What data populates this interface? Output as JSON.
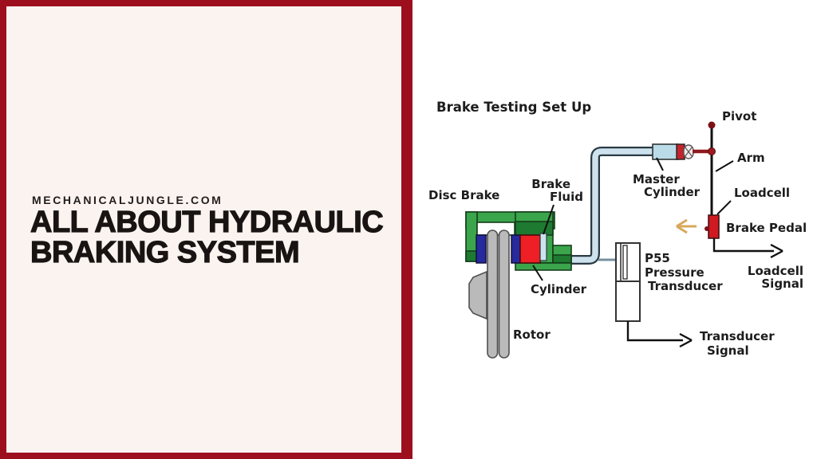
{
  "left_card": {
    "site": "MECHANICALJUNGLE.COM",
    "title_line1": "ALL ABOUT HYDRAULIC",
    "title_line2": "BRAKING SYSTEM"
  },
  "diagram": {
    "title": "Brake Testing Set Up",
    "labels": {
      "disc_brake": "Disc Brake",
      "brake_fluid_line1": "Brake",
      "brake_fluid_line2": "Fluid",
      "master_cylinder_line1": "Master",
      "master_cylinder_line2": "Cylinder",
      "pivot": "Pivot",
      "arm": "Arm",
      "loadcell": "Loadcell",
      "brake_pedal": "Brake Pedal",
      "loadcell_signal_line1": "Loadcell",
      "loadcell_signal_line2": "Signal",
      "cylinder": "Cylinder",
      "rotor": "Rotor",
      "transducer_line1": "P55",
      "transducer_line2": "Pressure",
      "transducer_line3": "Transducer",
      "transducer_signal_line1": "Transducer",
      "transducer_signal_line2": "Signal"
    },
    "colors": {
      "card_border": "#9e0f1e",
      "card_background": "#faf3f0",
      "caliper_green": "#3aa54b",
      "caliper_green_dark": "#1e7a31",
      "pad_blue": "#262a9e",
      "cylinder_red": "#ee2025",
      "rotor_gray": "#bababa",
      "fluid_pipe_blue": "#cde2ec",
      "master_cylinder_blue": "#b9dce8",
      "rod_maroon": "#8e191e",
      "loadcell_red": "#cf1a21",
      "pedal_arrow_tan": "#d8a85c",
      "label_text": "#1c1c1c"
    }
  }
}
